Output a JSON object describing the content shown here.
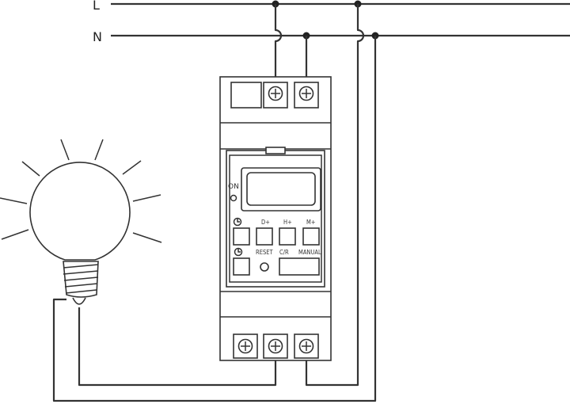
{
  "supply": {
    "l_label": "L",
    "n_label": "N"
  },
  "timer": {
    "on_label": "ON",
    "d_label": "D+",
    "h_label": "H+",
    "m_label": "M+",
    "reset_label": "RESET",
    "cr_label": "C/R",
    "manual_label": "MANUAL"
  },
  "colors": {
    "line": "#333333",
    "background": "#ffffff"
  }
}
